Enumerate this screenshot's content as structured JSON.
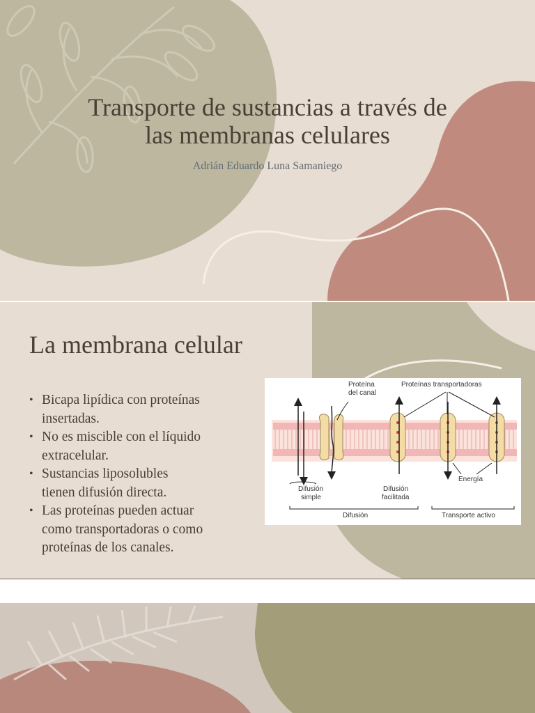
{
  "slide1": {
    "title_line1": "Transporte de sustancias a través de",
    "title_line2": "las membranas celulares",
    "subtitle": "Adrián Eduardo Luna Samaniego"
  },
  "slide2": {
    "title": "La membrana celular",
    "bullets": [
      {
        "line1": "Bicapa lipídica con proteínas",
        "line2": "insertadas."
      },
      {
        "line1": "No es miscible con el líquido",
        "line2": "extracelular."
      },
      {
        "line1": "Sustancias liposolubles",
        "line2": "tienen difusión directa."
      },
      {
        "line1": "Las proteínas pueden actuar",
        "line2": "como transportadoras o como",
        "line3": "proteínas de los canales."
      }
    ],
    "diagram_labels": {
      "channel_protein_1": "Proteína",
      "channel_protein_2": "del canal",
      "carrier_proteins": "Proteínas transportadoras",
      "simple_diffusion_1": "Difusión",
      "simple_diffusion_2": "simple",
      "facilitated_diffusion_1": "Difusión",
      "facilitated_diffusion_2": "facilitada",
      "energy": "Energía",
      "diffusion": "Difusión",
      "active_transport": "Transporte activo"
    }
  },
  "colors": {
    "background": "#e8ddd2",
    "sage": "#bdb7a0",
    "terracotta": "#c08b7e",
    "olive": "#a39e79",
    "text": "#4a3e35",
    "subtitle": "#5f6b75"
  }
}
